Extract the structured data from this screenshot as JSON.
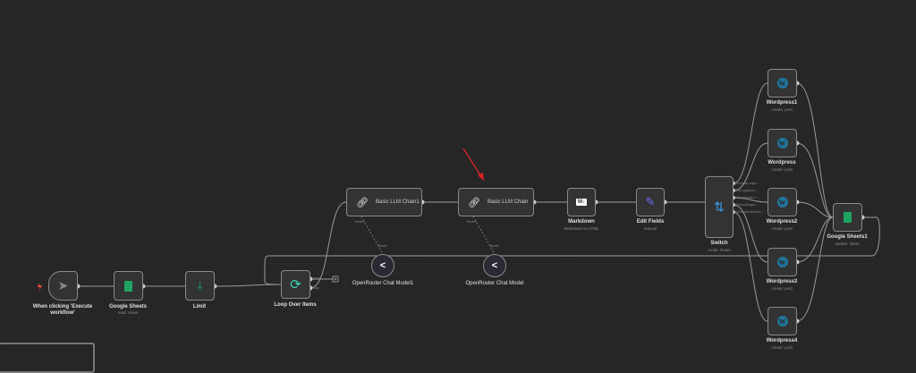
{
  "nodes": {
    "trigger": {
      "label": "When clicking 'Execute workflow'"
    },
    "sheets": {
      "label": "Google Sheets",
      "sub": "read: sheet"
    },
    "limit": {
      "label": "Limit"
    },
    "loop": {
      "label": "Loop Over Items",
      "out1": "done",
      "out2": "loop"
    },
    "chain1": {
      "label": "Basic LLM Chain1",
      "port": "Model*"
    },
    "chain": {
      "label": "Basic LLM Chain",
      "port": "Model*"
    },
    "or1": {
      "label": "OpenRouter Chat Model1",
      "port": "Model"
    },
    "or": {
      "label": "OpenRouter Chat Model",
      "port": "Model"
    },
    "markdown": {
      "label": "Markdown",
      "sub": "Markdown to HTML"
    },
    "edit": {
      "label": "Edit Fields",
      "sub": "manual"
    },
    "switch": {
      "label": "Switch",
      "sub": "mode: Rules",
      "outputs": [
        "Produkty orga...",
        "Dla logistyka i...",
        "Zarządzanie z...",
        "Komunikacja i...",
        "Ubezpieczenia fin..."
      ]
    },
    "wp1": {
      "label": "Wordpress1",
      "sub": "create: post"
    },
    "wp": {
      "label": "Wordpress",
      "sub": "create: post"
    },
    "wp2": {
      "label": "Wordpress2",
      "sub": "create: post"
    },
    "wp3": {
      "label": "Wordpress3",
      "sub": "create: post"
    },
    "wp4": {
      "label": "Wordpress4",
      "sub": "create: post"
    },
    "sheets1": {
      "label": "Google Sheets1",
      "sub": "update: sheet"
    }
  },
  "colors": {
    "canvas": "#262626",
    "annotation_arrow": "#e0202a",
    "sheets": "#1fa463",
    "loop": "#3ad6b0",
    "edit": "#6d6df0",
    "switch": "#3aa0f0",
    "wordpress": "#21759b"
  }
}
